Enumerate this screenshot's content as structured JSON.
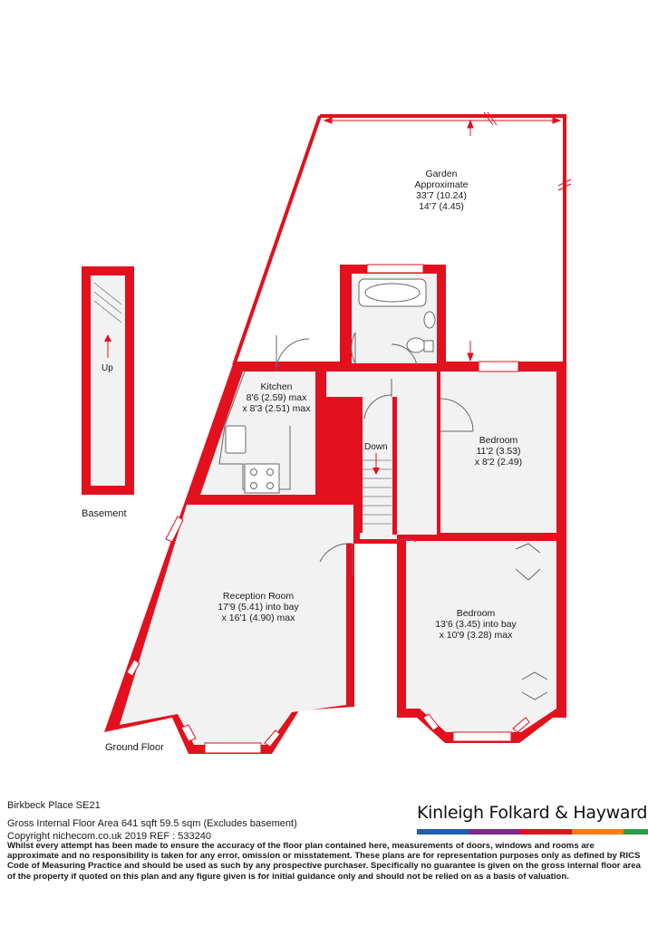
{
  "colors": {
    "wall": "#e3101e",
    "floor": "#f2f2f2",
    "window": "#ffffff",
    "line": "#555555",
    "brand_bars": [
      "#1f5fa8",
      "#7b2a88",
      "#e3101e",
      "#f07d1a",
      "#2f9a48"
    ]
  },
  "rooms": {
    "garden": {
      "name": "Garden",
      "sub": "Approximate",
      "dim1": "33'7 (10.24)",
      "dim2": "14'7 (4.45)"
    },
    "kitchen": {
      "name": "Kitchen",
      "dim1": "8'6 (2.59) max",
      "dim2": "x 8'3 (2.51) max"
    },
    "bedroom1": {
      "name": "Bedroom",
      "dim1": "11'2 (3.53)",
      "dim2": "x 8'2 (2.49)"
    },
    "reception": {
      "name": "Reception Room",
      "dim1": "17'9 (5.41) into bay",
      "dim2": "x 16'1 (4.90) max"
    },
    "bedroom2": {
      "name": "Bedroom",
      "dim1": "13'6 (3.45) into bay",
      "dim2": "x 10'9 (3.28) max"
    }
  },
  "labels": {
    "up": "Up",
    "down": "Down",
    "basement": "Basement",
    "ground_floor": "Ground Floor"
  },
  "footer": {
    "address": "Birkbeck Place  SE21",
    "area": "Gross Internal Floor Area 641 sqft 59.5 sqm (Excludes basement)",
    "copyright": "Copyright nichecom.co.uk 2019 REF : 533240",
    "disclaimer": "Whilst every attempt has been made to ensure the accuracy of the floor plan contained here, measurements of doors, windows and rooms are approximate and no responsibility is taken for any error, omission or misstatement.  These plans are for representation purposes only as defined by RICS Code of Measuring Practice and should be used as such by any prospective purchaser.  Specifically no guarantee is given on the gross internal floor area of the property if quoted on this plan and any figure given is for initial guidance only and should not be relied on as a basis of valuation."
  },
  "brand": {
    "name": "Kinleigh Folkard & Hayward"
  }
}
